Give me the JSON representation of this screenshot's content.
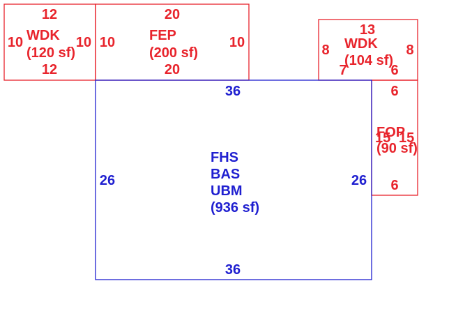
{
  "colors": {
    "addition": "#e8242c",
    "main": "#1f1fd0",
    "background": "#ffffff"
  },
  "areas": {
    "wdk_left": {
      "codes": [
        "WDK"
      ],
      "area": "(120 sf)",
      "dims": {
        "top": "12",
        "bottom": "12",
        "left": "10",
        "right": "10"
      }
    },
    "fep": {
      "codes": [
        "FEP"
      ],
      "area": "(200 sf)",
      "dims": {
        "top": "20",
        "bottom": "20",
        "left": "10",
        "right": "10"
      }
    },
    "wdk_right": {
      "codes": [
        "WDK"
      ],
      "area": "(104 sf)",
      "dims": {
        "top": "13",
        "left": "8",
        "right": "8",
        "bottom_left": "7",
        "bottom_right": "6"
      }
    },
    "fop": {
      "codes": [
        "FOP"
      ],
      "area": "(90 sf)",
      "dims": {
        "top": "6",
        "bottom": "6",
        "left": "15",
        "right": "15"
      }
    },
    "main": {
      "codes": [
        "FHS",
        "BAS",
        "UBM"
      ],
      "area": "(936 sf)",
      "dims": {
        "top": "36",
        "bottom": "36",
        "left": "26",
        "right": "26"
      }
    }
  }
}
